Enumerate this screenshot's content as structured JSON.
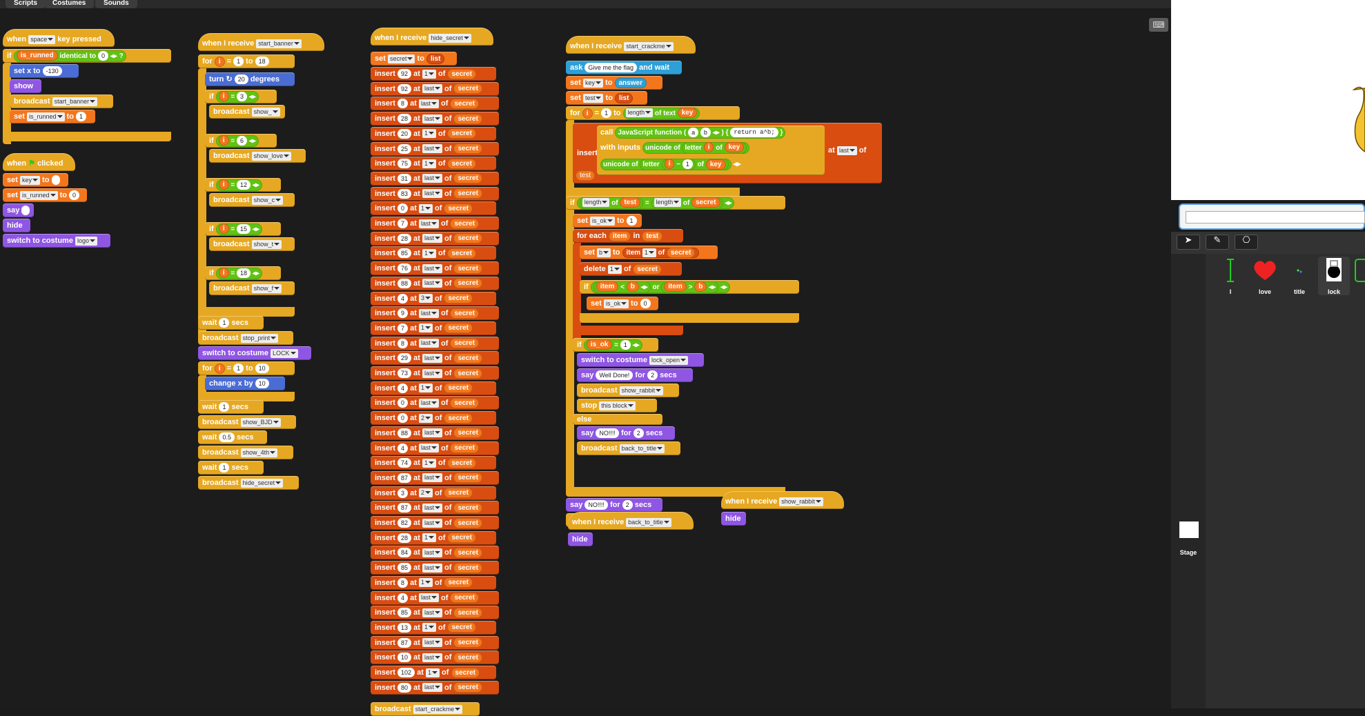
{
  "tabs": [
    "Scripts",
    "Costumes",
    "Sounds"
  ],
  "s1": {
    "when": "when",
    "key": "space",
    "pressed": "key pressed",
    "if": "if",
    "is_runned": "is_runned",
    "identical": "identical to",
    "zero": "0",
    "q": "?",
    "setx": "set x to",
    "xval": "-130",
    "show": "show",
    "broadcast": "broadcast",
    "start_banner": "start_banner",
    "set": "set",
    "to": "to",
    "one": "1"
  },
  "s2": {
    "when": "when",
    "clicked": "clicked",
    "set": "set",
    "key": "key",
    "to": "to",
    "is_runned": "is_runned",
    "zero": "0",
    "say": "say",
    "hide": "hide",
    "switch": "switch to costume",
    "logo": "logo"
  },
  "s3": {
    "recv": "when I receive",
    "msg": "start_banner",
    "for": "for",
    "i": "i",
    "eq": "=",
    "one": "1",
    "to": "to",
    "eighteen": "18",
    "turn": "turn",
    "deg_val": "20",
    "degrees": "degrees",
    "if": "if",
    "v3": "3",
    "v6": "6",
    "v12": "12",
    "v15": "15",
    "v18": "18",
    "broadcast": "broadcast",
    "show_": "show_",
    "show_love": "show_love",
    "show_c": "show_c",
    "show_t": "show_t",
    "show_f": "show_f",
    "wait": "wait",
    "secs": "secs",
    "stop_print": "stop_print",
    "switch": "switch to costume",
    "LOCK": "LOCK",
    "ten": "10",
    "changex": "change x by",
    "show_BJD": "show_BJD",
    "half": "0.5",
    "show_4th": "show_4th",
    "hide_secret": "hide_secret"
  },
  "s4": {
    "recv": "when I receive",
    "msg": "hide_secret",
    "set": "set",
    "secret": "secret",
    "to": "to",
    "list": "list",
    "insert": "insert",
    "at": "at",
    "of": "of",
    "broadcast": "broadcast",
    "start_crackme": "start_crackme",
    "rows": [
      [
        "92",
        "1"
      ],
      [
        "92",
        "last"
      ],
      [
        "8",
        "last"
      ],
      [
        "28",
        "last"
      ],
      [
        "20",
        "1"
      ],
      [
        "25",
        "last"
      ],
      [
        "75",
        "1"
      ],
      [
        "31",
        "last"
      ],
      [
        "83",
        "last"
      ],
      [
        "0",
        "1"
      ],
      [
        "7",
        "last"
      ],
      [
        "28",
        "last"
      ],
      [
        "85",
        "1"
      ],
      [
        "76",
        "last"
      ],
      [
        "88",
        "last"
      ],
      [
        "4",
        "3"
      ],
      [
        "9",
        "last"
      ],
      [
        "7",
        "1"
      ],
      [
        "8",
        "last"
      ],
      [
        "29",
        "last"
      ],
      [
        "73",
        "last"
      ],
      [
        "4",
        "1"
      ],
      [
        "0",
        "last"
      ],
      [
        "0",
        "2"
      ],
      [
        "88",
        "last"
      ],
      [
        "4",
        "last"
      ],
      [
        "74",
        "1"
      ],
      [
        "87",
        "last"
      ],
      [
        "3",
        "2"
      ],
      [
        "87",
        "last"
      ],
      [
        "82",
        "last"
      ],
      [
        "28",
        "1"
      ],
      [
        "84",
        "last"
      ],
      [
        "85",
        "last"
      ],
      [
        "8",
        "1"
      ],
      [
        "4",
        "last"
      ],
      [
        "85",
        "last"
      ],
      [
        "13",
        "1"
      ],
      [
        "87",
        "last"
      ],
      [
        "10",
        "last"
      ],
      [
        "102",
        "1"
      ],
      [
        "80",
        "last"
      ]
    ]
  },
  "s5": {
    "recv": "when I receive",
    "msg": "start_crackme",
    "ask": "ask",
    "prompt": "Give me the flag",
    "wait": "and wait",
    "set": "set",
    "key": "key",
    "to": "to",
    "answer": "answer",
    "test": "test",
    "list": "list",
    "for": "for",
    "i": "i",
    "one": "1",
    "length": "length",
    "oftext": "of text",
    "insert": "insert",
    "call": "call",
    "jsfn": "JavaScript function",
    "a": "a",
    "bb": "b",
    "ret": "return a^b;",
    "withinputs": "with inputs",
    "unicode": "unicode",
    "of": "of",
    "letter": "letter",
    "minus": "−",
    "at": "at",
    "last": "last",
    "if": "if",
    "secret": "secret",
    "is_ok": "is_ok",
    "foreach": "for each",
    "item": "item",
    "in": "in",
    "delete": "delete",
    "lt": "<",
    "gt": ">",
    "or": "or",
    "zero": "0",
    "switch": "switch to costume",
    "lock_open": "lock_open",
    "say": "say",
    "welldone": "Well Done!",
    "fortwo": "2",
    "secs": "secs",
    "broadcast": "broadcast",
    "show_rabbit": "show_rabbit",
    "stop": "stop",
    "thisblock": "this block",
    "else": "else",
    "nope": "NO!!!!",
    "back": "back_to_title",
    "hide": "hide"
  },
  "stage": {
    "sprites": [
      "I",
      "love",
      "title",
      "lock"
    ],
    "stage_label": "Stage"
  },
  "colors": {
    "control": "#e6a822",
    "lists": "#d94d11",
    "variables": "#f3761d",
    "motion": "#4a6cd4",
    "looks": "#8f56e3",
    "operators": "#62c213"
  }
}
